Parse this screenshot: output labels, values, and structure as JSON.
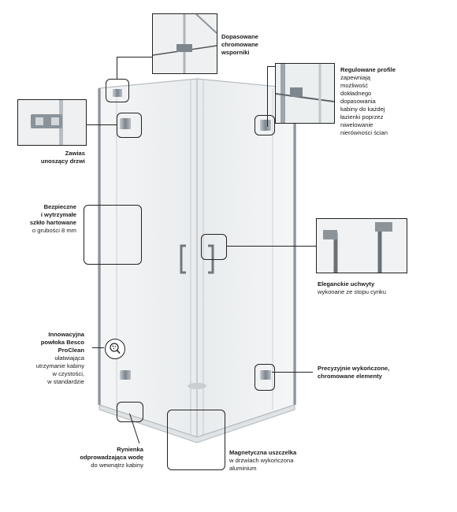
{
  "labels": {
    "brackets": {
      "title": [
        "Dopasowane",
        "chromowane",
        "wsporniki"
      ]
    },
    "profiles": {
      "title": [
        "Regulowane profile"
      ],
      "desc": [
        "zapewniają",
        "możliwość",
        "dokładnego",
        "dopasowania",
        "kabiny do każdej",
        "łazienki poprzez",
        "niwelowanie",
        "nierówności ścian"
      ]
    },
    "hinge": {
      "title": [
        "Zawias",
        "unoszący drzwi"
      ]
    },
    "glass": {
      "title": [
        "Bezpieczne",
        "i wytrzymałe",
        "szkło hartowane"
      ],
      "desc": [
        "o grubości 8 mm"
      ]
    },
    "handles": {
      "title": [
        "Eleganckie uchwyty"
      ],
      "desc": [
        "wykonane ze stopu cynku"
      ]
    },
    "coating": {
      "title": [
        "Innowacyjna",
        "powłoka Besco",
        "ProClean"
      ],
      "desc": [
        "ułatwiająca",
        "utrzymanie kabiny",
        "w czystości,",
        "w standardzie"
      ]
    },
    "finish": {
      "title": [
        "Precyzyjnie wykończone,",
        "chromowane elementy"
      ]
    },
    "tray": {
      "title": [
        "Rynienka",
        "odprowadzająca wodę"
      ],
      "desc": [
        "do wewnątrz kabiny"
      ]
    },
    "seal": {
      "title": [
        "Magnetyczna uszczelka"
      ],
      "desc": [
        "w drzwiach wykończona",
        "aluminium"
      ]
    }
  },
  "icons": {
    "coating": "sparkle-magnifier-icon"
  },
  "colors": {
    "text": "#1a1a1a",
    "chrome": "#9aa3ab",
    "glass": "#eef1f3",
    "outline": "#222222"
  }
}
